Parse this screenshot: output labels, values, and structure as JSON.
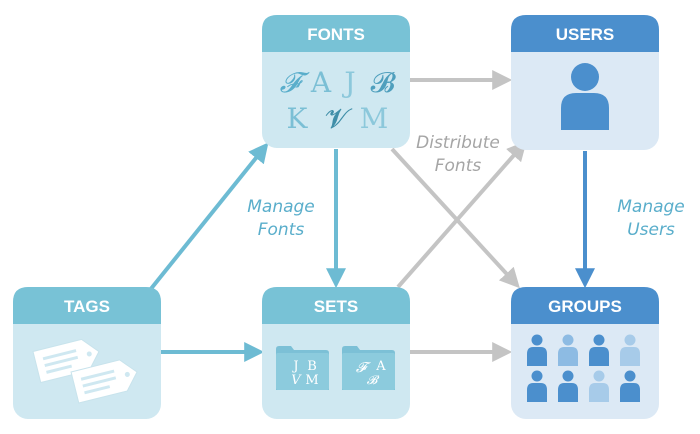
{
  "nodes": {
    "fonts": {
      "title": "FONTS",
      "glyphs": [
        "𝓕",
        "A",
        "J",
        "𝓑",
        "K",
        "𝓥",
        "M"
      ]
    },
    "users": {
      "title": "USERS"
    },
    "tags": {
      "title": "TAGS"
    },
    "sets": {
      "title": "SETS",
      "folder1_glyphs": [
        "J",
        "B",
        "V",
        "M"
      ],
      "folder2_glyphs": [
        "𝓕",
        "A",
        "𝓑"
      ]
    },
    "groups": {
      "title": "GROUPS"
    }
  },
  "edge_labels": {
    "manage_fonts": [
      "Manage",
      "Fonts"
    ],
    "distribute_fonts": [
      "Distribute",
      "Fonts"
    ],
    "manage_users": [
      "Manage",
      "Users"
    ]
  },
  "colors": {
    "blue_arrow": "#6dbbd3",
    "gray_arrow": "#c4c4c4",
    "node_header_light": "#78c2d6",
    "node_body_light": "#cfe8f1",
    "node_header_dark": "#4b8fcd",
    "node_body_dark": "#dce9f5",
    "label_blue": "#5aaecb",
    "label_gray": "#a5a5a5"
  },
  "icons": {
    "users": "person-icon",
    "tags": "tag-icon",
    "sets": "folder-icon",
    "groups": "people-grid-icon"
  }
}
